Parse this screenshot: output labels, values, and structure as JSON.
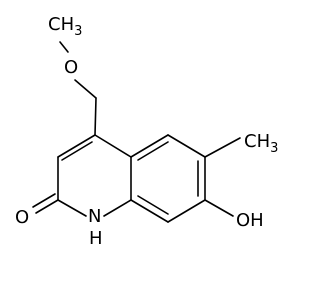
{
  "molecule": {
    "atoms": {
      "methoxy_carbon": "CH3",
      "methoxy_oxygen": "O",
      "carbonyl_oxygen": "O",
      "ring_nitrogen": "H N",
      "methyl_carbon": "CH3",
      "hydroxyl": "OH"
    }
  },
  "colors": {
    "bond": "#000000",
    "text": "#000000",
    "background": "#ffffff"
  }
}
